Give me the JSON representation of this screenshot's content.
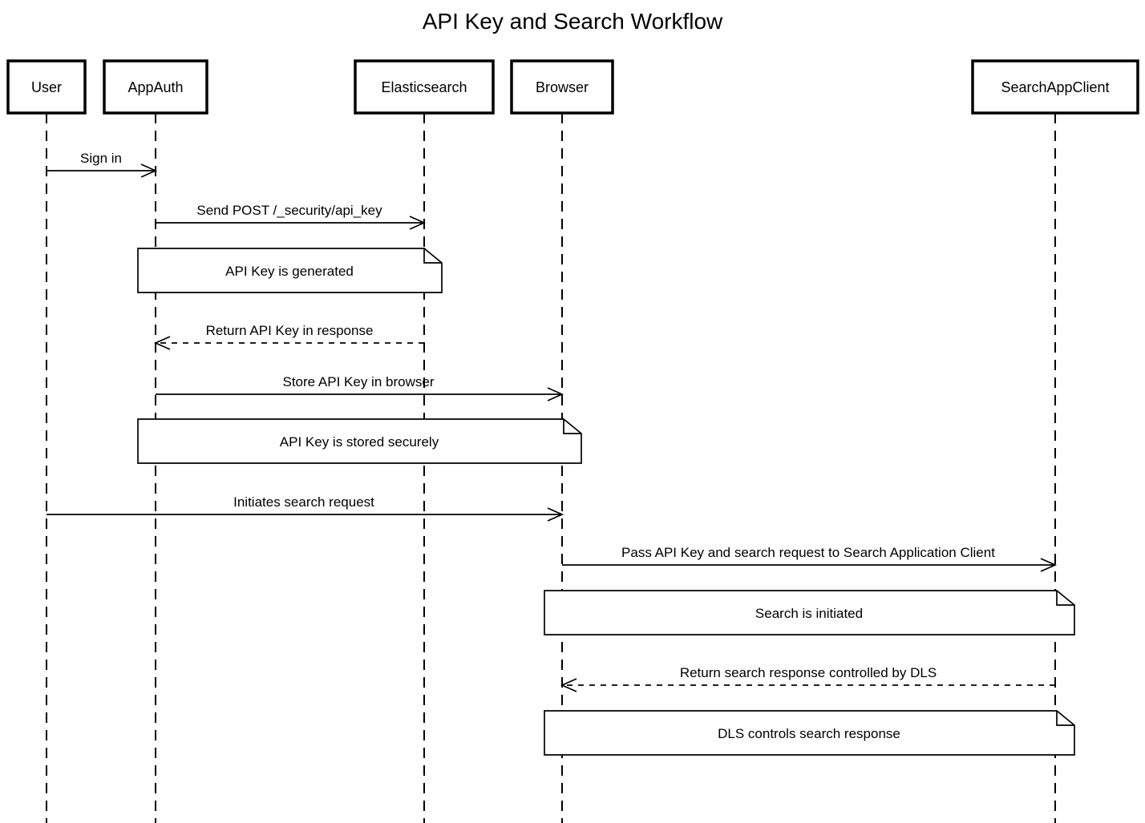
{
  "title": "API Key and Search Workflow",
  "diagram_type": "sequence-diagram",
  "colors": {
    "background": "#ffffff",
    "stroke": "#000000",
    "shape_fill": "#ffffff",
    "text": "#000000"
  },
  "participants": [
    {
      "name": "User"
    },
    {
      "name": "AppAuth"
    },
    {
      "name": "Elasticsearch"
    },
    {
      "name": "Browser"
    },
    {
      "name": "SearchAppClient"
    }
  ],
  "messages": [
    {
      "from": "User",
      "to": "AppAuth",
      "label": "Sign in",
      "line": "solid"
    },
    {
      "from": "AppAuth",
      "to": "Elasticsearch",
      "label": "Send POST /_security/api_key",
      "line": "solid"
    },
    {
      "from": "Elasticsearch",
      "to": "AppAuth",
      "label": "Return API Key in response",
      "line": "dashed"
    },
    {
      "from": "AppAuth",
      "to": "Browser",
      "label": "Store API Key in browser",
      "line": "solid"
    },
    {
      "from": "User",
      "to": "Browser",
      "label": "Initiates search request",
      "line": "solid"
    },
    {
      "from": "Browser",
      "to": "SearchAppClient",
      "label": "Pass API Key and search request to Search Application Client",
      "line": "solid"
    },
    {
      "from": "SearchAppClient",
      "to": "Browser",
      "label": "Return search response controlled by DLS",
      "line": "dashed"
    }
  ],
  "notes": [
    {
      "over": [
        "AppAuth",
        "Elasticsearch"
      ],
      "text": "API Key is generated"
    },
    {
      "over": [
        "AppAuth",
        "Browser"
      ],
      "text": "API Key is stored securely"
    },
    {
      "over": [
        "Browser",
        "SearchAppClient"
      ],
      "text": "Search is initiated"
    },
    {
      "over": [
        "Browser",
        "SearchAppClient"
      ],
      "text": "DLS controls search response"
    }
  ]
}
